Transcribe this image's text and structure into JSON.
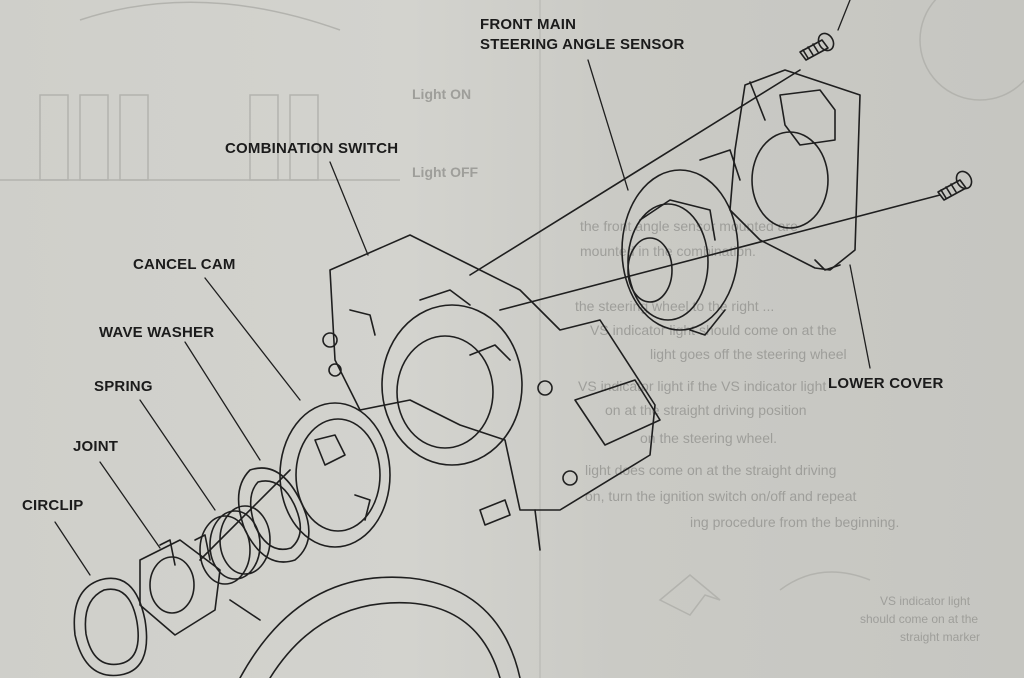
{
  "labels": {
    "front_main_sensor_line1": "FRONT MAIN",
    "front_main_sensor_line2": "STEERING ANGLE SENSOR",
    "combination_switch": "COMBINATION SWITCH",
    "cancel_cam": "CANCEL CAM",
    "wave_washer": "WAVE WASHER",
    "spring": "SPRING",
    "joint": "JOINT",
    "circlip": "CIRCLIP",
    "lower_cover": "LOWER COVER"
  },
  "bleed_through": {
    "light_on": "Light ON",
    "light_off": "Light OFF",
    "right_lines": [
      "the front angle sensor mounted are",
      "mounted in the combination.",
      "the steering wheel to the right ...",
      "VS indicator light should come on at the",
      "light goes off the steering wheel",
      "VS indicator light if the VS indicator light",
      "on at the straight driving position",
      "on the steering wheel.",
      "light does come on at the straight driving",
      "on, turn the ignition switch on/off and repeat",
      "ing procedure from the beginning."
    ],
    "caption_lines": [
      "VS indicator light",
      "should come on at the",
      "straight marker"
    ]
  },
  "colors": {
    "paper": "#cfcfca",
    "ink": "#1b1b1b",
    "ghost": "#9e9e9a"
  }
}
